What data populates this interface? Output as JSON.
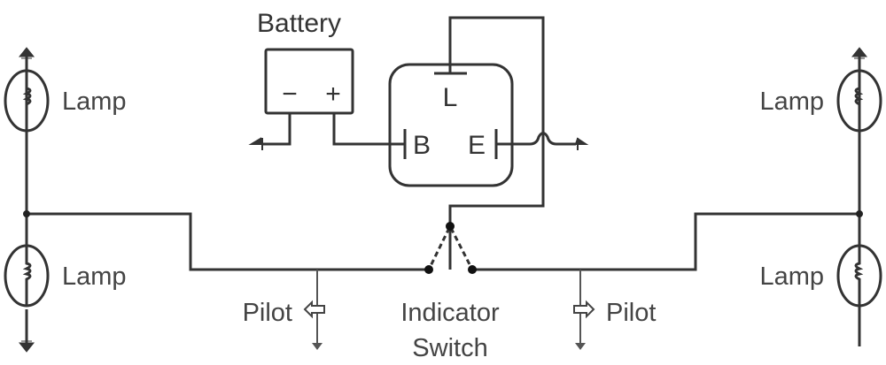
{
  "labels": {
    "battery": "Battery",
    "battery_minus": "−",
    "battery_plus": "+",
    "terminal_l": "L",
    "terminal_b": "B",
    "terminal_e": "E",
    "lamp_left_top": "Lamp",
    "lamp_left_bottom": "Lamp",
    "lamp_right_top": "Lamp",
    "lamp_right_bottom": "Lamp",
    "pilot_left": "Pilot",
    "pilot_right": "Pilot",
    "indicator_line1": "Indicator",
    "indicator_line2": "Switch"
  },
  "colors": {
    "line": "#333333",
    "text": "#444444",
    "background": "#ffffff"
  }
}
